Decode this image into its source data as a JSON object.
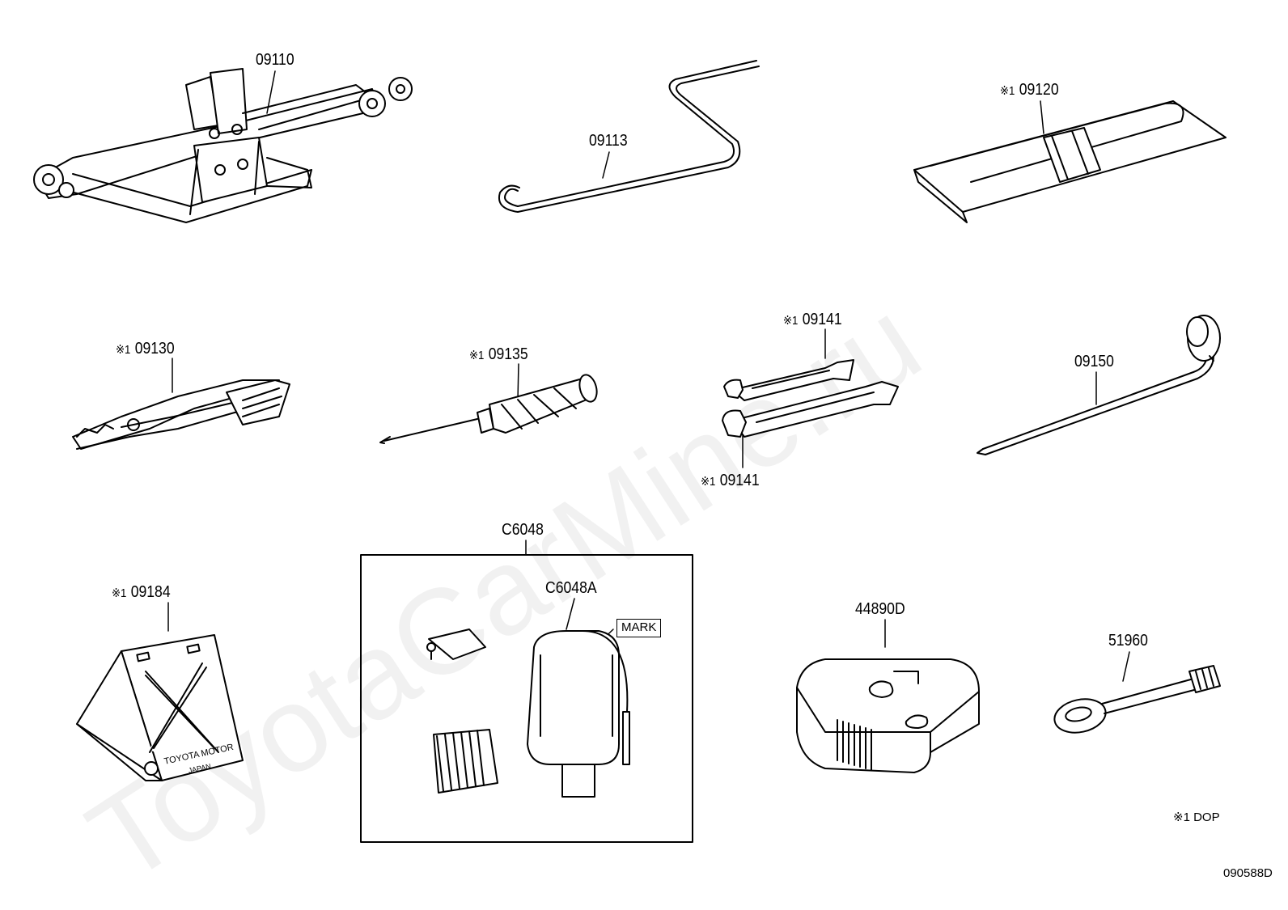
{
  "watermark": "ToyotaCarMine.ru",
  "marker_symbol": "※1",
  "parts": {
    "jack": "09110",
    "jack_handle": "09113",
    "tool_bag": "09120",
    "pliers": "09130",
    "screwdriver": "09135",
    "wrench_top": "09141",
    "wrench_bottom": "09141",
    "wheel_nut_wrench": "09150",
    "wheel_chock": "09184",
    "repair_kit": "C6048",
    "repair_kit_bottle": "C6048A",
    "mark_label": "MARK",
    "compressor": "44890D",
    "towing_eye": "51960"
  },
  "chock_text": {
    "line1": "TOYOTA MOTOR",
    "line2": "JAPAN"
  },
  "legend": {
    "symbol": "※1",
    "text": "DOP"
  },
  "drawing_id": "090588D"
}
